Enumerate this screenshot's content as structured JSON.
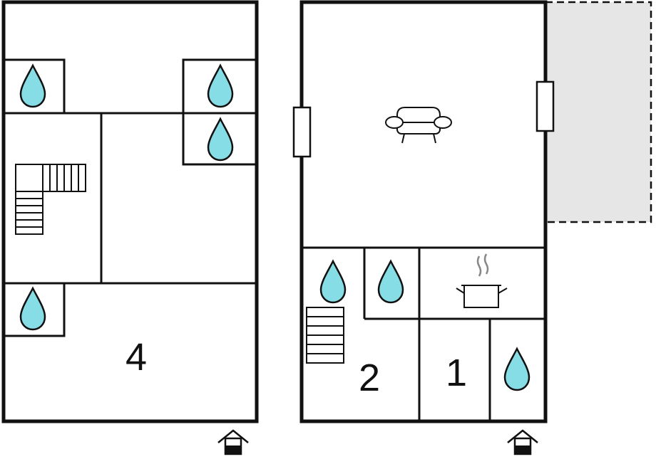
{
  "colors": {
    "wall": "#111111",
    "water": "#87dde6",
    "terrace": "#e6e6e6",
    "background": "#ffffff"
  },
  "floors": [
    {
      "name": "left-floor",
      "room_labels": [
        "4"
      ],
      "icons": [
        "water-drop-icon",
        "water-drop-icon",
        "water-drop-icon",
        "water-drop-icon",
        "staircase-icon",
        "entrance-icon"
      ]
    },
    {
      "name": "right-floor",
      "room_labels": [
        "2",
        "1"
      ],
      "icons": [
        "sofa-icon",
        "cooking-pot-icon",
        "water-drop-icon",
        "water-drop-icon",
        "water-drop-icon",
        "staircase-icon",
        "entrance-icon",
        "window-icon",
        "window-icon"
      ],
      "terrace": true
    }
  ]
}
